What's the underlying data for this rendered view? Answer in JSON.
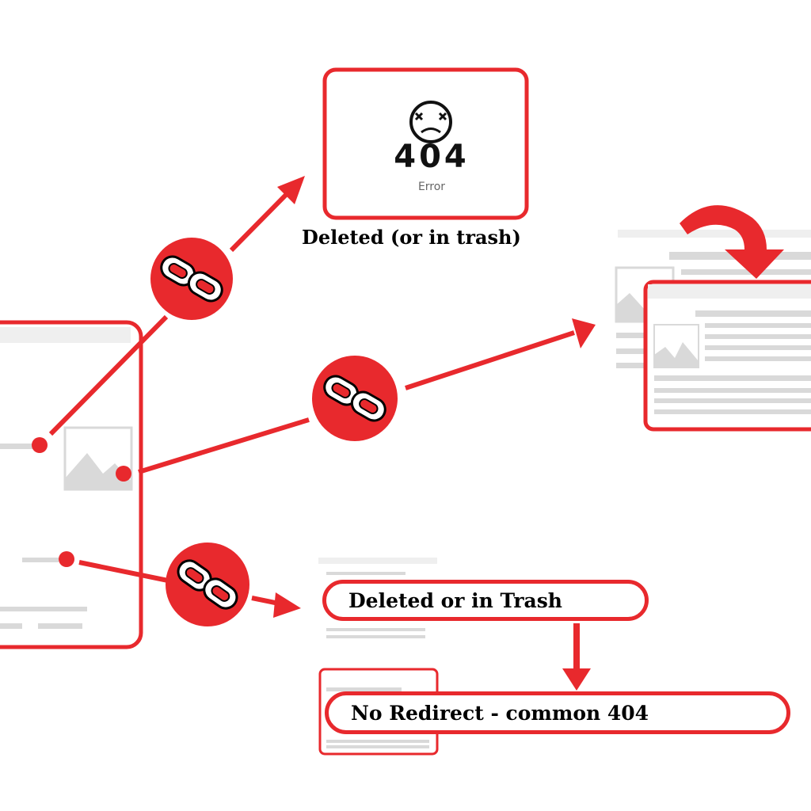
{
  "colors": {
    "accent": "#e8292d",
    "placeholder": "#d9d9d9",
    "text": "#000000"
  },
  "error_card": {
    "icon": "sad-face-icon",
    "code": "404",
    "caption": "Error",
    "label": "Deleted (or in trash)"
  },
  "redirect_card": {
    "icon": "curved-redirect-arrow-icon"
  },
  "flow": {
    "step1": "Deleted or in Trash",
    "step2": "No Redirect - common 404"
  },
  "links": [
    {
      "icon": "broken-link-icon",
      "target": "error_card"
    },
    {
      "icon": "broken-link-icon",
      "target": "redirect_card"
    },
    {
      "icon": "broken-link-icon",
      "target": "flow"
    }
  ]
}
